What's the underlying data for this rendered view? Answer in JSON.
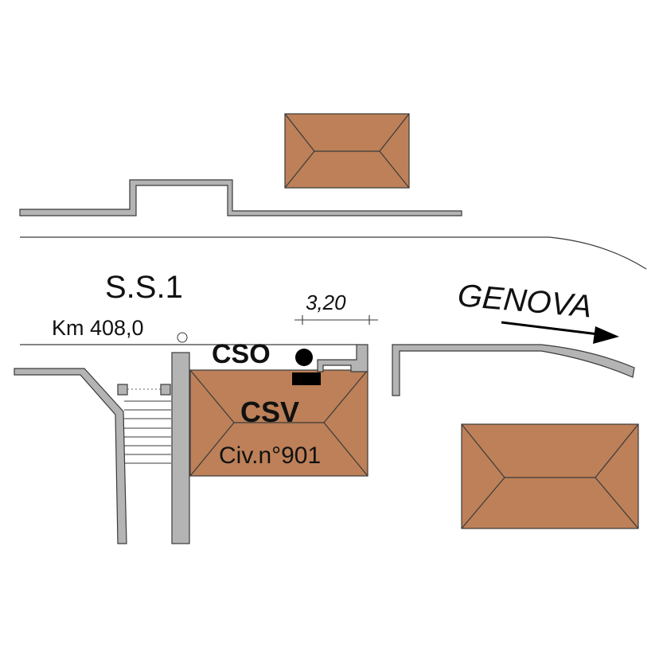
{
  "road": {
    "name": "S.S.1",
    "km_marker": "Km 408,0",
    "direction": "GENOVA"
  },
  "measurement": {
    "value": "3,20"
  },
  "points": {
    "cso": "CSO",
    "csv": "CSV"
  },
  "building": {
    "civic_number": "Civ.n°901"
  },
  "colors": {
    "roof": "#bd8058",
    "wall": "#b4b4b4",
    "line": "#3a3a3a",
    "marker": "#000000"
  }
}
